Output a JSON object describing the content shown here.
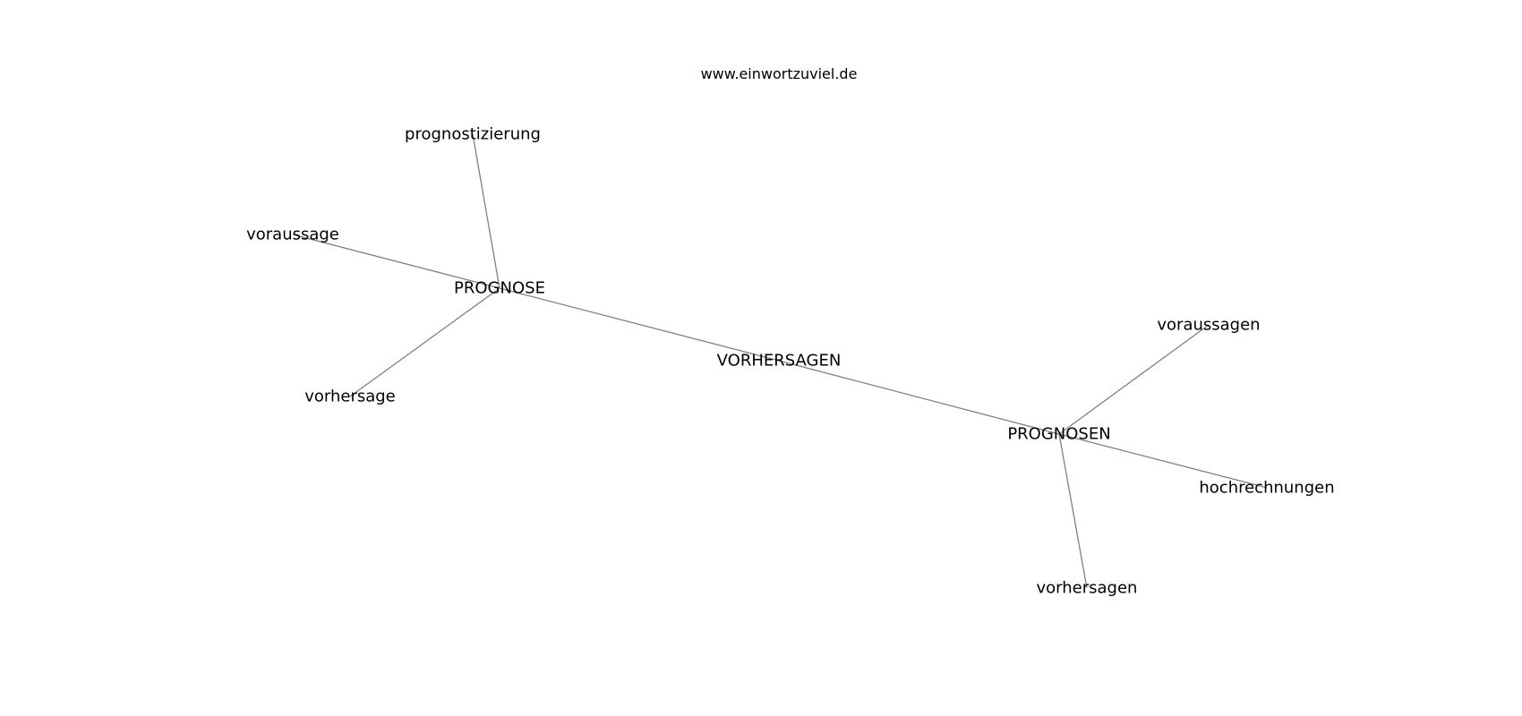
{
  "header": {
    "site": "www.einwortzuviel.de"
  },
  "graph": {
    "nodes": [
      {
        "id": "prognostizierung",
        "label": "prognostizierung"
      },
      {
        "id": "voraussage",
        "label": "voraussage"
      },
      {
        "id": "prognose",
        "label": "PROGNOSE"
      },
      {
        "id": "vorhersage",
        "label": "vorhersage"
      },
      {
        "id": "vorhersagen_main",
        "label": "VORHERSAGEN"
      },
      {
        "id": "voraussagen",
        "label": "voraussagen"
      },
      {
        "id": "prognosen",
        "label": "PROGNOSEN"
      },
      {
        "id": "hochrechnungen",
        "label": "hochrechnungen"
      },
      {
        "id": "vorhersagen",
        "label": "vorhersagen"
      }
    ],
    "edges": [
      {
        "from": "prognose",
        "to": "prognostizierung"
      },
      {
        "from": "prognose",
        "to": "voraussage"
      },
      {
        "from": "prognose",
        "to": "vorhersage"
      },
      {
        "from": "prognose",
        "to": "vorhersagen_main"
      },
      {
        "from": "vorhersagen_main",
        "to": "prognosen"
      },
      {
        "from": "prognosen",
        "to": "voraussagen"
      },
      {
        "from": "prognosen",
        "to": "hochrechnungen"
      },
      {
        "from": "prognosen",
        "to": "vorhersagen"
      }
    ]
  }
}
